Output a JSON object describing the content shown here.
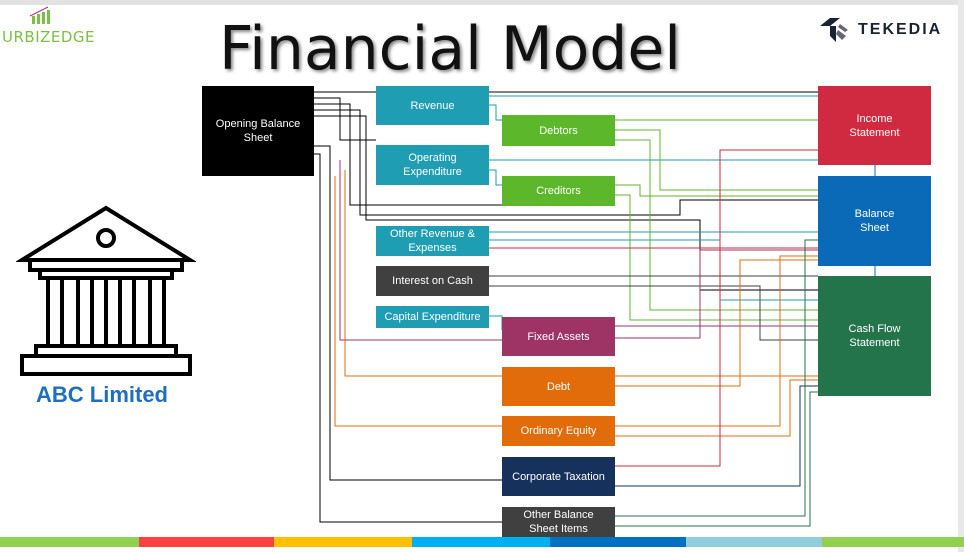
{
  "header": {
    "title": "Financial Model",
    "logo_left": "URBIZEDGE",
    "logo_right": "TEKEDIA"
  },
  "company": {
    "name": "ABC Limited"
  },
  "boxes": {
    "opening_bs": "Opening Balance Sheet",
    "revenue": "Revenue",
    "debtors": "Debtors",
    "opex": "Operating Expenditure",
    "creditors": "Creditors",
    "other_rev": "Other Revenue & Expenses",
    "interest": "Interest on Cash",
    "capex": "Capital Expenditure",
    "fixed_assets": "Fixed Assets",
    "debt": "Debt",
    "equity": "Ordinary Equity",
    "tax": "Corporate Taxation",
    "other_bs": "Other Balance Sheet Items",
    "income": "Income Statement",
    "balance": "Balance Sheet",
    "cashflow": "Cash Flow Statement"
  },
  "colors": {
    "teal": "#1e9db3",
    "green": "#5cb82a",
    "grey": "#404040",
    "purple": "#9e3366",
    "orange": "#e36c0a",
    "navy": "#16325c",
    "red": "#d02a40",
    "blue": "#0b6ab8",
    "dkgreen": "#23744a",
    "black": "#000000"
  },
  "footer_stripes": [
    "#92d050",
    "#ff4040",
    "#ffc000",
    "#00b0f0",
    "#0070c0",
    "#92cddc",
    "#92d050"
  ]
}
